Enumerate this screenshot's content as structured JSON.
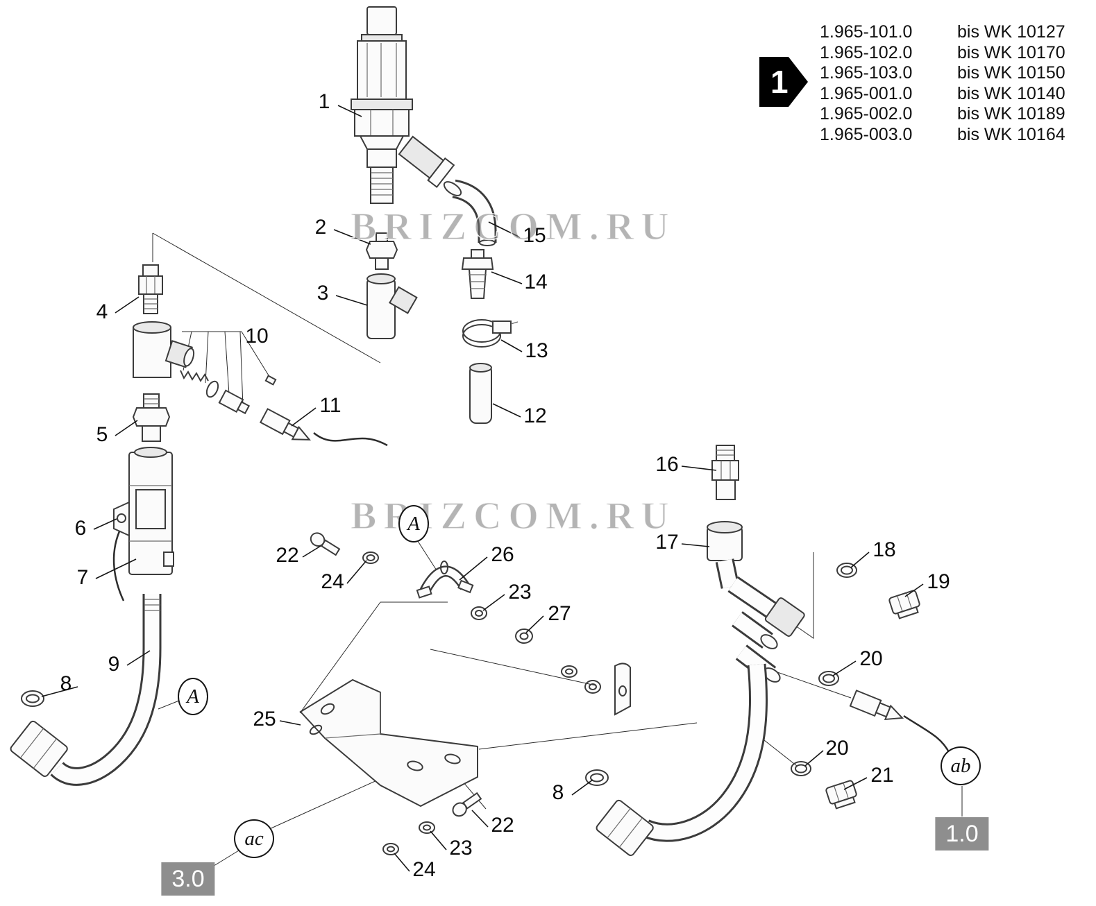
{
  "watermarks": [
    "BRIZCOM.RU",
    "BRIZCOM.RU"
  ],
  "revision_badge": {
    "number": "1"
  },
  "model_list": [
    {
      "code": "1.965-101.0",
      "validity": "bis WK 10127"
    },
    {
      "code": "1.965-102.0",
      "validity": "bis WK 10170"
    },
    {
      "code": "1.965-103.0",
      "validity": "bis WK 10150"
    },
    {
      "code": "1.965-001.0",
      "validity": "bis WK 10140"
    },
    {
      "code": "1.965-002.0",
      "validity": "bis WK 10189"
    },
    {
      "code": "1.965-003.0",
      "validity": "bis WK 10164"
    }
  ],
  "callouts": [
    {
      "text": "1"
    },
    {
      "text": "2"
    },
    {
      "text": "3"
    },
    {
      "text": "4"
    },
    {
      "text": "5"
    },
    {
      "text": "6"
    },
    {
      "text": "7"
    },
    {
      "text": "8"
    },
    {
      "text": "9"
    },
    {
      "text": "10"
    },
    {
      "text": "11"
    },
    {
      "text": "12"
    },
    {
      "text": "13"
    },
    {
      "text": "14"
    },
    {
      "text": "15"
    },
    {
      "text": "16"
    },
    {
      "text": "17"
    },
    {
      "text": "18"
    },
    {
      "text": "19"
    },
    {
      "text": "20"
    },
    {
      "text": "20"
    },
    {
      "text": "21"
    },
    {
      "text": "22"
    },
    {
      "text": "24"
    },
    {
      "text": "23"
    },
    {
      "text": "27"
    },
    {
      "text": "26"
    },
    {
      "text": "25"
    },
    {
      "text": "8"
    },
    {
      "text": "22"
    },
    {
      "text": "23"
    },
    {
      "text": "24"
    }
  ],
  "section_labels": [
    {
      "text": "A"
    },
    {
      "text": "A"
    },
    {
      "text": "ab"
    },
    {
      "text": "ac"
    }
  ],
  "page_refs": [
    {
      "text": "3.0"
    },
    {
      "text": "1.0"
    }
  ]
}
